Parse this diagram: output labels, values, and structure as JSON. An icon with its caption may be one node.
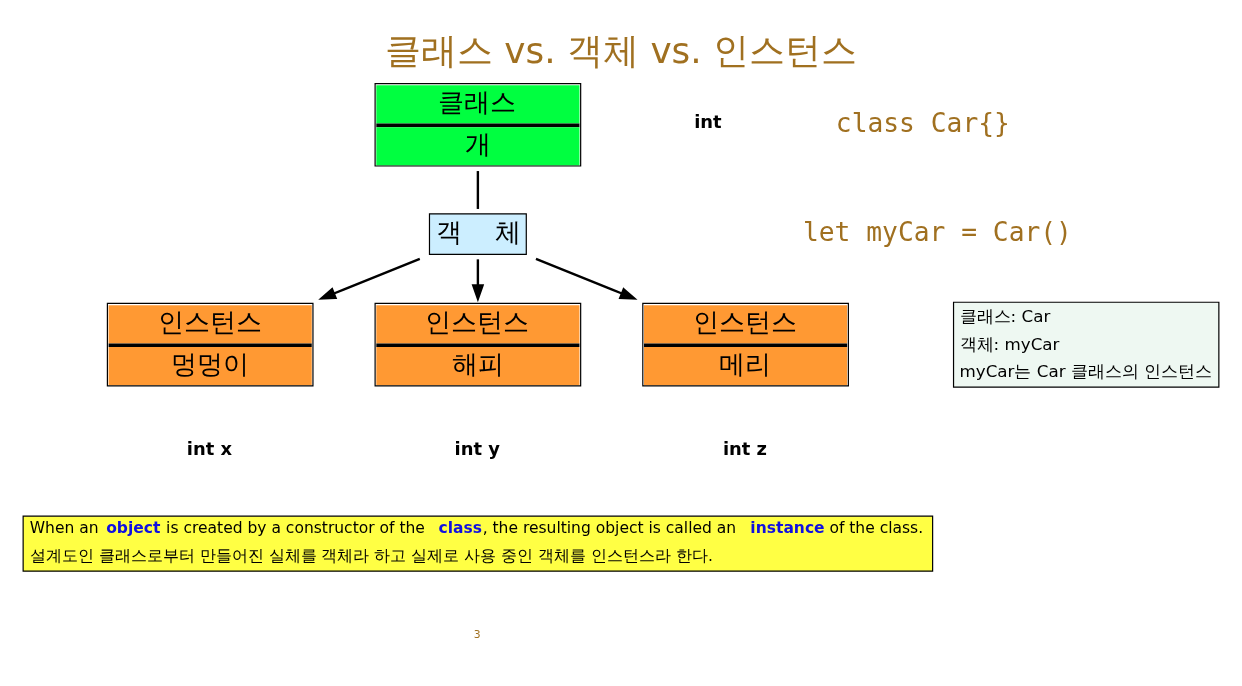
{
  "diagram": {
    "title": "클래스 vs. 객체 vs. 인스턴스",
    "nodes": [
      {
        "text": [
          "클래스",
          "개"
        ]
      },
      {
        "text": [
          "객    체"
        ]
      },
      {
        "text": [
          "인스턴스",
          "멍멍이"
        ],
        "beside": [
          "int x"
        ]
      },
      {
        "text": [
          "인스턴스",
          "해피"
        ],
        "beside": [
          "int y"
        ]
      },
      {
        "text": [
          "인스턴스",
          "메리"
        ],
        "beside": [
          "int z"
        ]
      },
      {
        "text": [
          "클래스: Car",
          "객체: myCar",
          "myCar는 Car 클래스의 인스턴스"
        ]
      },
      {
        "text": [
          "When an **object** is created by a constructor of the **class**, the resulting object is called an **instance** of the class.",
          "설계도인 클래스로부터 만들어진 실체를 객체라 하고 실제로 사용 중인 객체를 인스턴스라 한다."
        ]
      }
    ],
    "edges": [
      {
        "from": 0,
        "to": 1,
        "arrow": "none"
      },
      {
        "from": 1,
        "to": 2,
        "arrow": "to"
      },
      {
        "from": 1,
        "to": 3,
        "arrow": "to"
      },
      {
        "from": 1,
        "to": 4,
        "arrow": "to"
      }
    ],
    "labels": [
      "class Car{}",
      "int",
      "let myCar = Car()",
      "3"
    ]
  }
}
